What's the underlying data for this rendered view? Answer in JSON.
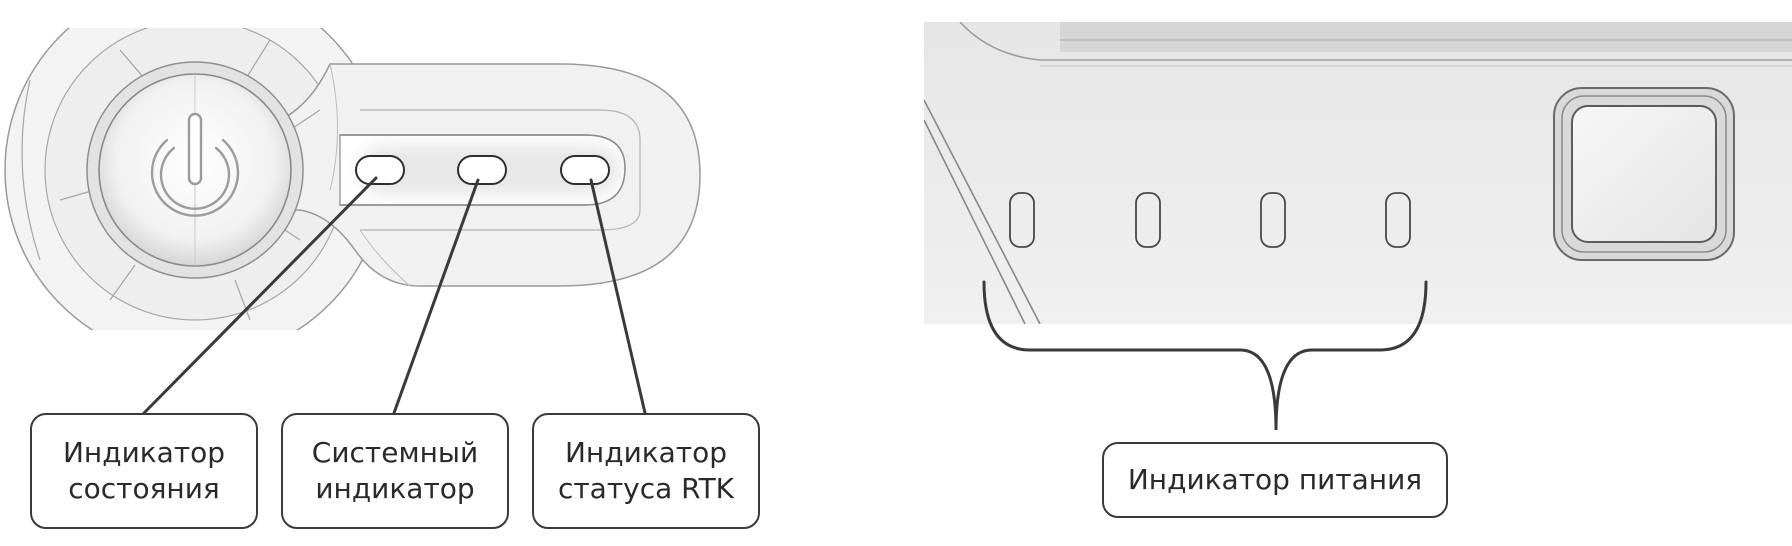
{
  "callouts": {
    "status_indicator": {
      "line1": "Индикатор",
      "line2": "состояния"
    },
    "system_indicator": {
      "line1": "Системный",
      "line2": "индикатор"
    },
    "rtk_indicator": {
      "line1": "Индикатор",
      "line2": "статуса RTK"
    },
    "power_indicator": {
      "label": "Индикатор питания"
    }
  },
  "colors": {
    "device_body": "#ececec",
    "outline": "#555555",
    "leader_line": "#3a3a3a",
    "callout_border": "#3a3a3a",
    "text": "#2a2a2a"
  },
  "icons": {
    "power_button": "power-icon"
  }
}
